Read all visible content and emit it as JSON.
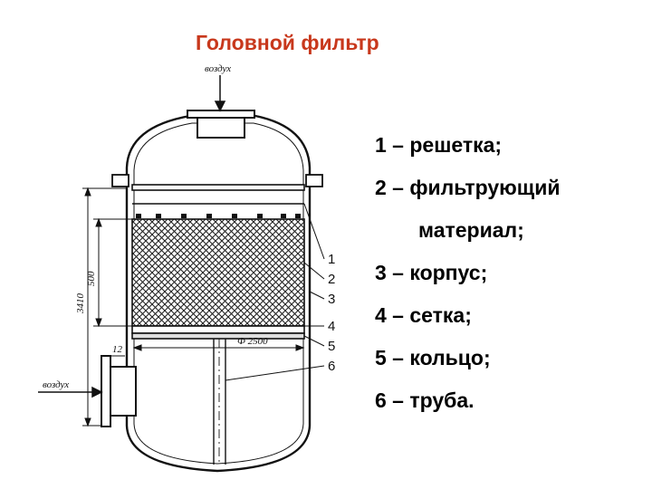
{
  "title": "Головной фильтр",
  "drawing": {
    "air_top_label": "воздух",
    "air_side_label": "воздух",
    "dim_3410": "3410",
    "dim_500": "500",
    "dim_12": "12",
    "dim_diameter": "Ф 2500",
    "callout_numbers": [
      "1",
      "2",
      "3",
      "4",
      "5",
      "6"
    ]
  },
  "legend": [
    "1 – решетка;",
    "2 – фильтрующий",
    "материал;",
    "3 – корпус;",
    "4 – сетка;",
    "5 – кольцо;",
    "6 – труба."
  ],
  "colors": {
    "title": "#c8381c",
    "ink": "#111111"
  }
}
